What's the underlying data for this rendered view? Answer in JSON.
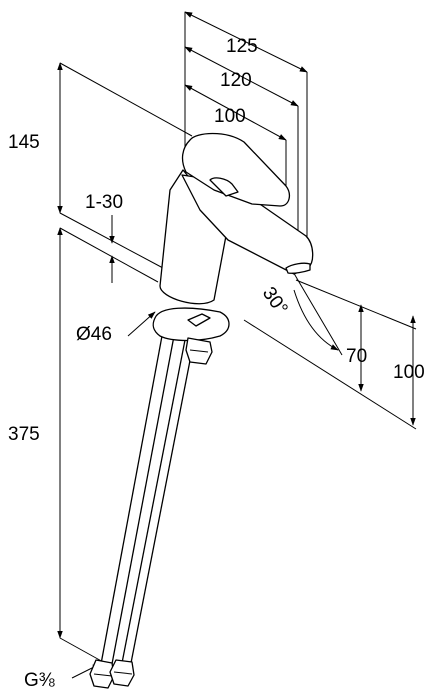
{
  "dimensions": {
    "overall_projection": "125",
    "spout_projection": "120",
    "lever_projection": "100",
    "height_above_deck": "145",
    "deck_thickness": "1-30",
    "base_diameter": "Ø46",
    "spout_angle": "30°",
    "spout_outlet_height": "70",
    "lever_height": "100",
    "hose_length": "375",
    "connection_thread": "G⅜"
  }
}
